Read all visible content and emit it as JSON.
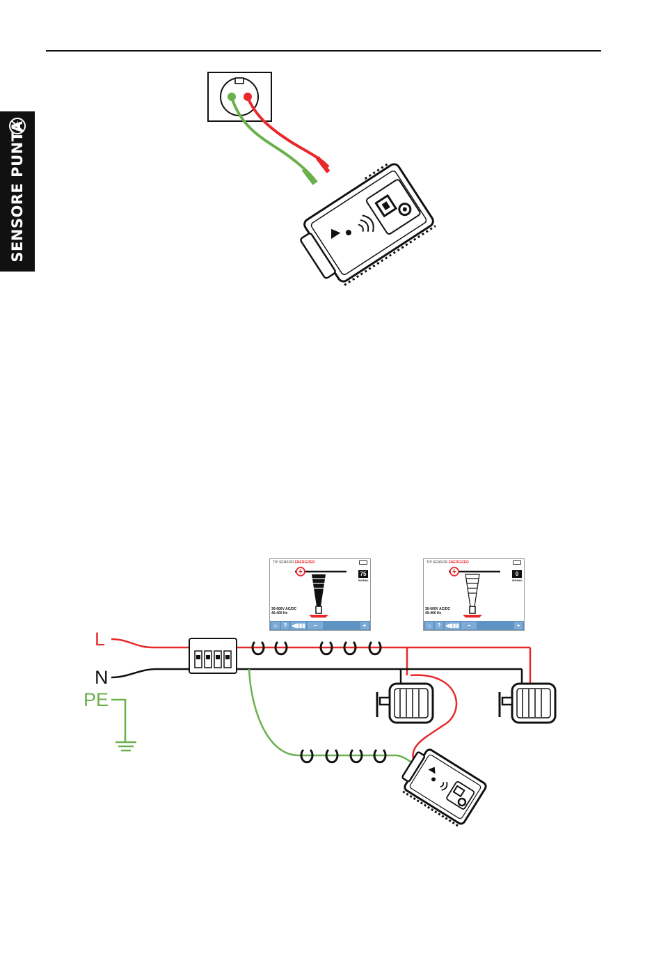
{
  "side_tab": {
    "label": "SENSORE PUNTA",
    "icon": "tip-sensor-icon"
  },
  "screens": [
    {
      "header_prefix": "TIP SENSOR",
      "header_status": "ENERGIZED",
      "signal_value": "75",
      "signal_label": "SIGNAL",
      "voltage_range": "30-600V AC/DC",
      "frequency_range": "40-400 Hz",
      "buttons": {
        "home": "home-icon",
        "help": "?",
        "volume": "volume-icon",
        "minus": "−",
        "plus": "+"
      }
    },
    {
      "header_prefix": "TIP SENSOR",
      "header_status": "ENERGIZED",
      "signal_value": "0",
      "signal_label": "SIGNAL",
      "voltage_range": "30-600V AC/DC",
      "frequency_range": "40-400 Hz",
      "buttons": {
        "home": "home-icon",
        "help": "?",
        "volume": "volume-icon",
        "minus": "−",
        "plus": "+"
      }
    }
  ],
  "wires": {
    "live": {
      "label": "L",
      "color": "#e8282b"
    },
    "neutral": {
      "label": "N",
      "color": "#111111"
    },
    "earth": {
      "label": "PE",
      "color": "#6ab04c"
    }
  }
}
